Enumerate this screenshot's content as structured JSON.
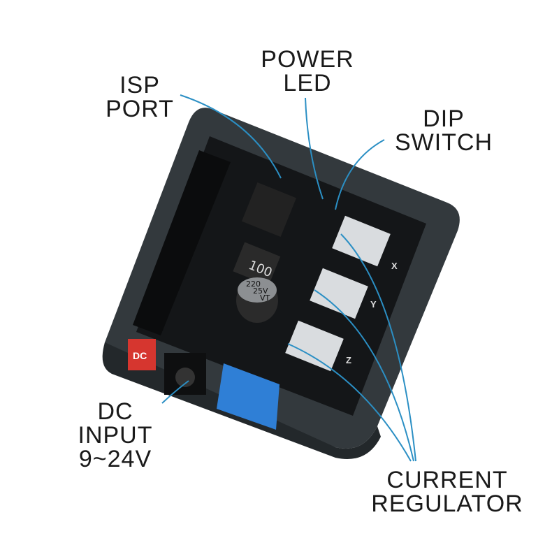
{
  "labels": {
    "isp_port": [
      "ISP",
      "PORT"
    ],
    "power_led": [
      "POWER",
      "LED"
    ],
    "dip_switch": [
      "DIP",
      "SWITCH"
    ],
    "dc_input": [
      "DC",
      "INPUT",
      "9~24V"
    ],
    "current_regulator": [
      "CURRENT",
      "REGULATOR"
    ]
  },
  "board_markings": {
    "inductor": "100",
    "capacitor": [
      "220",
      "25V",
      "VT"
    ],
    "dc_tag": "DC",
    "axes": [
      "X",
      "Y",
      "Z"
    ]
  },
  "colors": {
    "callout_line": "#2b8fc4",
    "case": "#2d3236",
    "board": "#141618",
    "heatsink": "#d9dcdf",
    "connector": "#2f7fd6"
  }
}
